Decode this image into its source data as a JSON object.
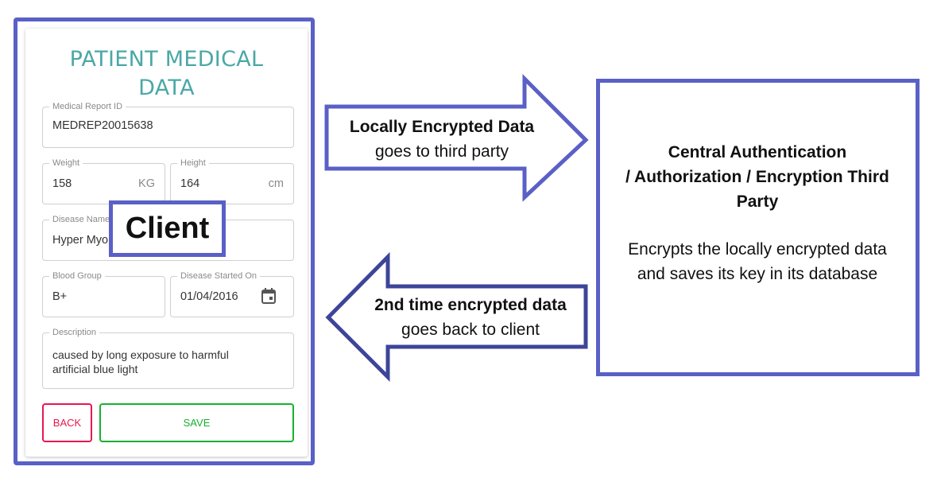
{
  "client_form": {
    "title_line1": "PATIENT MEDICAL",
    "title_line2": "DATA",
    "report_id": {
      "label": "Medical Report ID",
      "value": "MEDREP20015638"
    },
    "weight": {
      "label": "Weight",
      "value": "158",
      "unit": "KG"
    },
    "height": {
      "label": "Height",
      "value": "164",
      "unit": "cm"
    },
    "disease_name": {
      "label": "Disease Name",
      "value": "Hyper Myo"
    },
    "blood_group": {
      "label": "Blood Group",
      "value": "B+"
    },
    "disease_started": {
      "label": "Disease Started On",
      "value": "01/04/2016"
    },
    "description": {
      "label": "Description",
      "value": "caused by long exposure to harmful artificial blue light"
    },
    "back_label": "BACK",
    "save_label": "SAVE"
  },
  "client_label": "Client",
  "arrow_to_third_party": {
    "bold": "Locally Encrypted Data",
    "text": "goes to third party"
  },
  "arrow_to_client": {
    "bold": "2nd time encrypted data",
    "text": "goes back to client"
  },
  "third_party": {
    "title_line1": "Central Authentication",
    "title_line2": "/ Authorization / Encryption Third",
    "title_line3": "Party",
    "desc_line1": "Encrypts the locally encrypted data",
    "desc_line2": "and saves its key in its database"
  },
  "colors": {
    "frame": "#5a60c6",
    "arrow_return": "#3d4599",
    "title_teal": "#4aa8a6",
    "back_red": "#e8174e",
    "save_green": "#16b12f"
  },
  "icons": {
    "date_picker": "calendar-icon"
  }
}
